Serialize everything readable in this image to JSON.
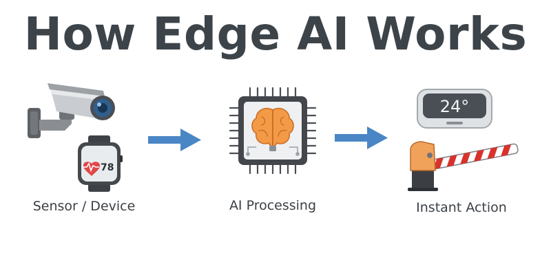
{
  "title": "How Edge AI Works",
  "colors": {
    "title": "#3d4449",
    "arrow": "#4a86c5",
    "label": "#3a3f44",
    "heart": "#e04848",
    "brain": "#f39a47",
    "barrier_stripe": "#d8322b"
  },
  "stages": [
    {
      "label": "Sensor / Device",
      "icons": [
        "security-camera-icon",
        "smartwatch-icon"
      ],
      "watch_readout": "78"
    },
    {
      "label": "AI Processing",
      "icons": [
        "ai-chip-brain-icon"
      ]
    },
    {
      "label": "Instant Action",
      "icons": [
        "thermostat-icon",
        "barrier-gate-icon"
      ],
      "thermostat_readout": "24°"
    }
  ]
}
